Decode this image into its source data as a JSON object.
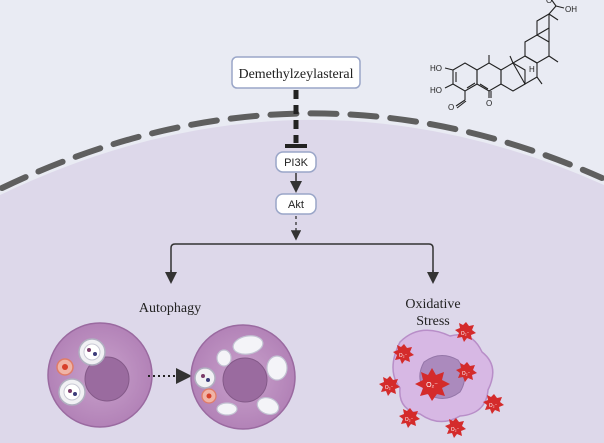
{
  "nodes": {
    "drug": "Demethylzeylasteral",
    "pi3k": "PI3K",
    "akt": "Akt",
    "autophagy": "Autophagy",
    "oxidative_line1": "Oxidative",
    "oxidative_line2": "Stress"
  },
  "molecule": {
    "oh_top": "OH",
    "o_top": "O",
    "ho_upper": "HO",
    "ho_lower": "HO",
    "h_label": "H",
    "o_ketone": "O",
    "o_aldehyde": "O"
  },
  "ros_labels": [
    "O₂⁻",
    "O₂⁻",
    "O₂⁻",
    "O₂⁻",
    "O₂⁻",
    "O₂⁻",
    "O₂⁻",
    "O₂⁻"
  ],
  "colors": {
    "outside": "#e8eaf2",
    "cytoplasm": "#ddd8ea",
    "membrane": "#5b5b5b",
    "node_border": "#9aa6c8",
    "node_fill": "#ffffff",
    "cell_purple": "#b98bbf",
    "ros_red": "#d42b2b"
  }
}
